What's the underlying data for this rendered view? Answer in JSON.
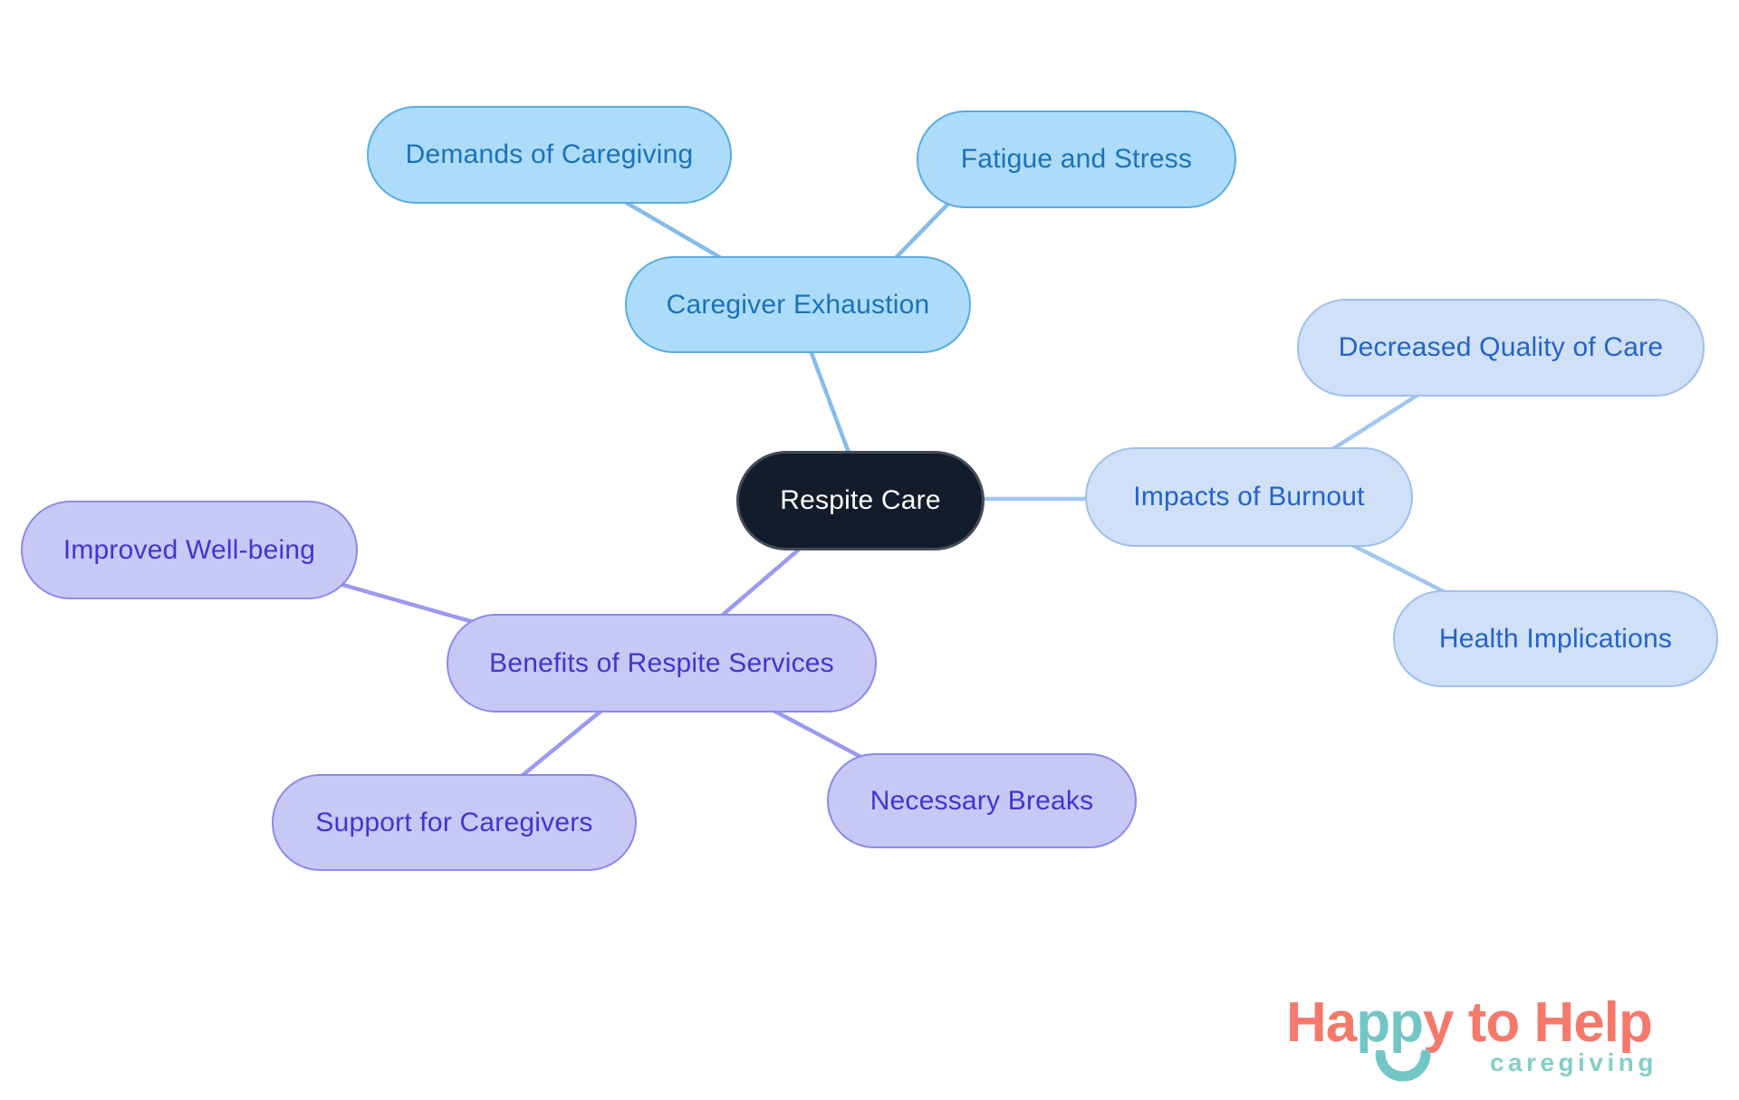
{
  "colors": {
    "background": "#ffffff",
    "root": {
      "fill": "#131c2b",
      "text": "#ffffff"
    },
    "branch_blue": {
      "fill": "#addcfa",
      "border": "#58ace2",
      "text": "#1a73b8",
      "line": "#85bce9"
    },
    "branch_periwinkle": {
      "fill": "#cfe0f7",
      "border": "#a0bfee",
      "text": "#2563c7",
      "line": "#a3c6f0"
    },
    "branch_purple": {
      "fill": "#c8c8f6",
      "border": "#8a8ae9",
      "text": "#4036d0",
      "line": "#9a9af0"
    },
    "logo_coral": "#f4796b",
    "logo_teal": "#72c7c4"
  },
  "mindmap": {
    "root": {
      "label": "Respite Care"
    },
    "branches": [
      {
        "label": "Caregiver Exhaustion",
        "children": [
          "Demands of Caregiving",
          "Fatigue and Stress"
        ]
      },
      {
        "label": "Impacts of Burnout",
        "children": [
          "Decreased Quality of Care",
          "Health Implications"
        ]
      },
      {
        "label": "Benefits of Respite Services",
        "children": [
          "Improved Well-being",
          "Support for Caregivers",
          "Necessary Breaks"
        ]
      }
    ]
  },
  "logo": {
    "segments": [
      {
        "text": "Ha"
      },
      {
        "text": "pp"
      },
      {
        "text": "y to Help"
      }
    ],
    "tagline": "caregiving"
  }
}
